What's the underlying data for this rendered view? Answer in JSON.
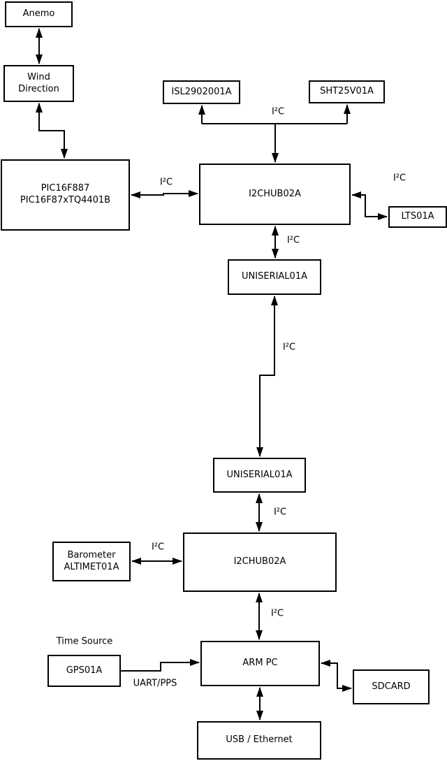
{
  "nodes": {
    "anemo": "Anemo",
    "wind_direction": "Wind\nDirection",
    "pic": "PIC16F887\nPIC16F87xTQ4401B",
    "isl": "ISL2902001A",
    "sht": "SHT25V01A",
    "i2c_hub_top": "I2CHUB02A",
    "lts": "LTS01A",
    "uniserial_top": "UNISERIAL01A",
    "uniserial_bottom": "UNISERIAL01A",
    "i2c_hub_bottom": "I2CHUB02A",
    "barometer": "Barometer\nALTIMET01A",
    "arm_pc": "ARM PC",
    "gps": "GPS01A",
    "sdcard": "SDCARD",
    "usb_ethernet": "USB / Ethernet"
  },
  "edge_labels": {
    "sensor_bus": "I²C",
    "pic_bus": "I²C",
    "lts_bus": "I²C",
    "hub_serial_bus": "I²C",
    "serial_link_bus": "I²C",
    "serial_hub2_bus": "I²C",
    "barometer_bus": "I²C",
    "hub2_arm_bus": "I²C",
    "time_source": "Time Source",
    "uart_pps": "UART/PPS"
  },
  "colors": {
    "line": "#000000",
    "node_fill": "#ffffff",
    "text": "#000000",
    "background": "#ffffff"
  }
}
